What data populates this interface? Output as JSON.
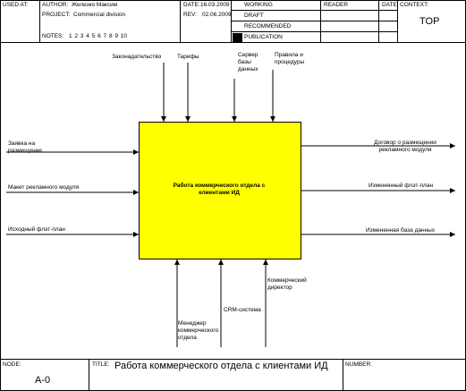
{
  "header": {
    "used_at_label": "USED AT:",
    "author_label": "AUTHOR:",
    "author": "Железко Максим",
    "project_label": "PROJECT:",
    "project": "Commercial division",
    "notes_label": "NOTES:",
    "notes": "1 2 3 4 5 6 7 8 9 10",
    "date_label": "DATE:",
    "date": "16.03.2009",
    "rev_label": "REV:",
    "rev": "02.06.2009",
    "status": [
      "WORKING",
      "DRAFT",
      "RECOMMENDED",
      "PUBLICATION"
    ],
    "reader_label": "READER",
    "reader_date_label": "DATE",
    "context_label": "CONTEXT:",
    "context_value": "TOP"
  },
  "diagram": {
    "activity": "Работа коммерческого отдела с клиентами ИД",
    "controls": [
      "Законадательство",
      "Тарифы",
      "Сервер базы данных",
      "Правила и процедуры"
    ],
    "inputs": [
      "Заявка на размещение",
      "Макет рекламного модуля",
      "Исходный флэт-план"
    ],
    "outputs": [
      "Договор о размещении рекламного модуля",
      "Измененный флэт-план",
      "Измененная база данных"
    ],
    "mechanisms": [
      "Менеджер коммерческого отдела",
      "CRM-система",
      "Коммерческий директор"
    ]
  },
  "footer": {
    "node_label": "NODE:",
    "node_value": "A-0",
    "title_label": "TITLE:",
    "title": "Работа коммерческого отдела с клиентами ИД",
    "number_label": "NUMBER:"
  },
  "colors": {
    "activity_fill": "#ffff00",
    "status_marker": "#000000"
  }
}
